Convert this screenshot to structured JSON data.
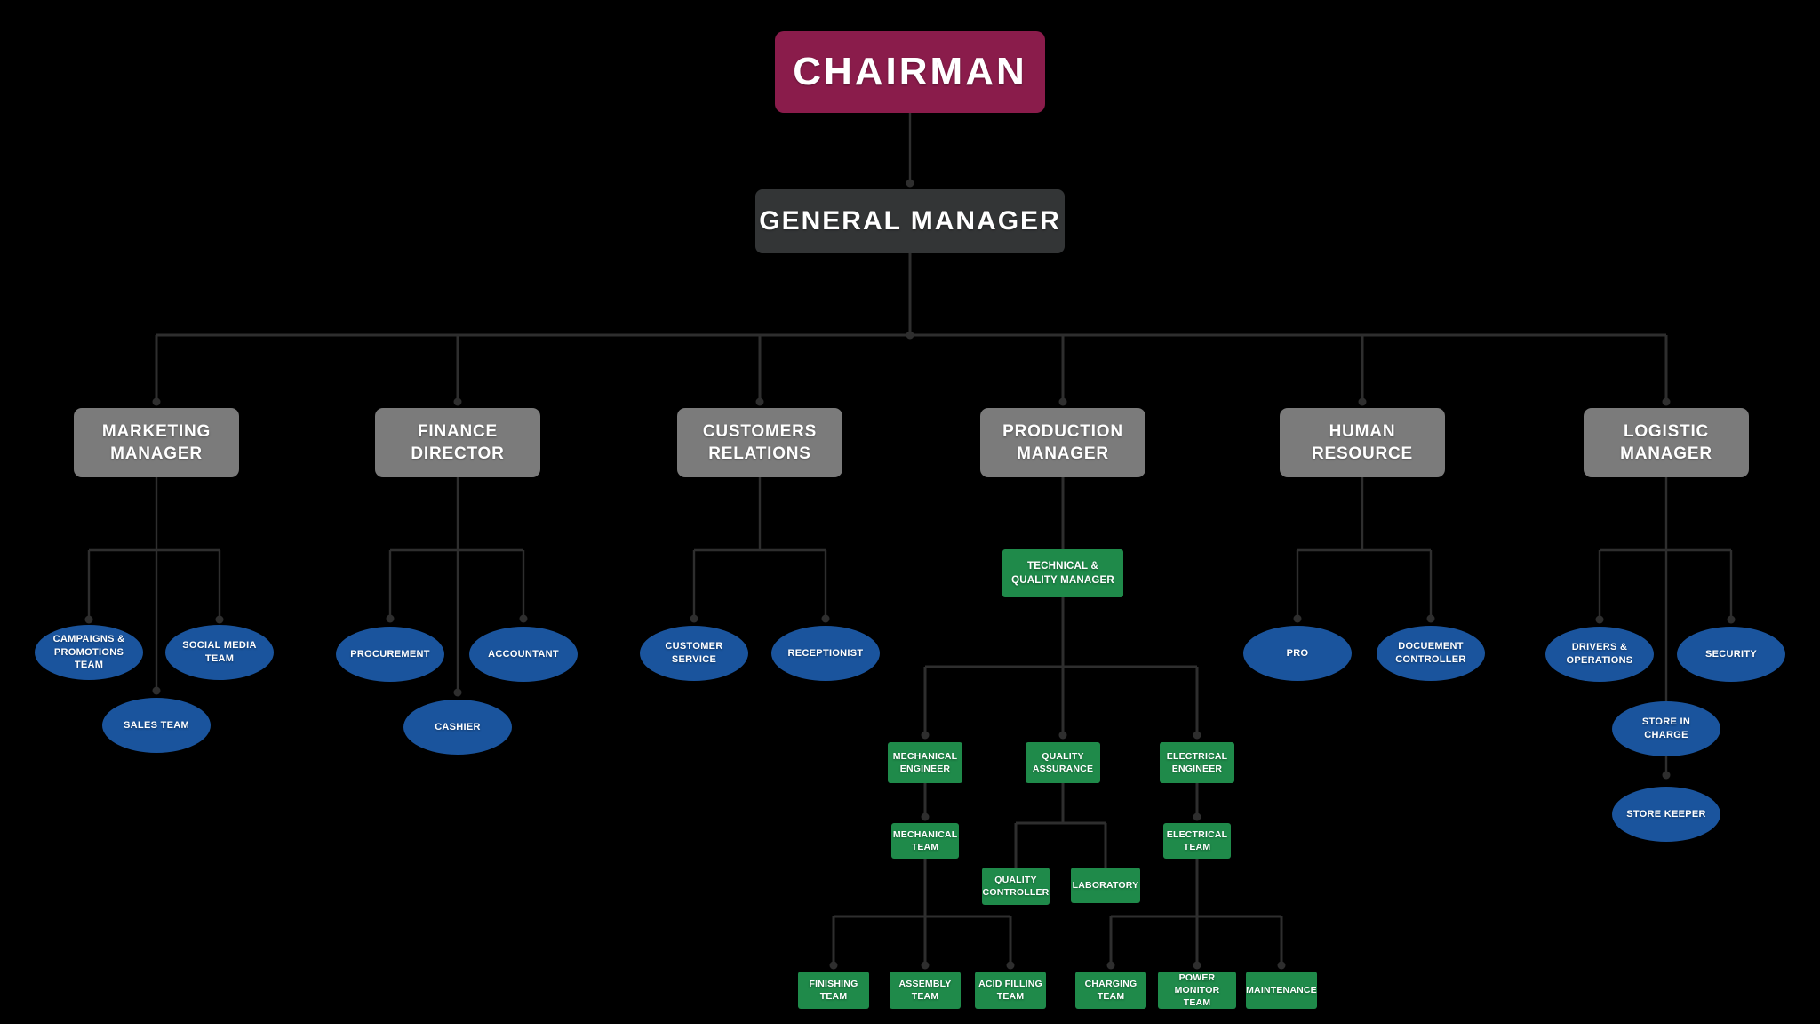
{
  "colors": {
    "background": "#000000",
    "chairman": "#8A1C4B",
    "general_manager": "#333536",
    "manager": "#7B7B7B",
    "team_ellipse": "#1A549D",
    "production_box": "#1F8A4A",
    "line": "#2E2E2E",
    "text": "#FFFFFF"
  },
  "nodes": {
    "chairman": "CHAIRMAN",
    "general_manager": "GENERAL MANAGER",
    "marketing_manager": "MARKETING MANAGER",
    "finance_director": "FINANCE DIRECTOR",
    "customers_relations": "CUSTOMERS RELATIONS",
    "production_manager": "PRODUCTION MANAGER",
    "human_resource": "HUMAN RESOURCE",
    "logistic_manager": "LOGISTIC MANAGER",
    "campaigns_promotions_team": "CAMPAIGNS & PROMOTIONS TEAM",
    "social_media_team": "SOCIAL MEDIA TEAM",
    "sales_team": "SALES TEAM",
    "procurement": "PROCUREMENT",
    "accountant": "ACCOUNTANT",
    "cashier": "CASHIER",
    "customer_service": "CUSTOMER SERVICE",
    "receptionist": "RECEPTIONIST",
    "technical_quality_manager": "TECHNICAL & QUALITY MANAGER",
    "mechanical_engineer": "MECHANICAL ENGINEER",
    "quality_assurance": "QUALITY ASSURANCE",
    "electrical_engineer": "ELECTRICAL ENGINEER",
    "mechanical_team": "MECHANICAL TEAM",
    "electrical_team": "ELECTRICAL TEAM",
    "quality_controller": "QUALITY CONTROLLER",
    "laboratory": "LABORATORY",
    "finishing_team": "FINISHING TEAM",
    "assembly_team": "ASSEMBLY TEAM",
    "acid_filling_team": "ACID FILLING TEAM",
    "charging_team": "CHARGING TEAM",
    "power_monitor_team": "POWER MONITOR TEAM",
    "maintenance": "MAINTENANCE",
    "pro": "PRO",
    "docuement_controller": "DOCUEMENT CONTROLLER",
    "drivers_operations": "DRIVERS & OPERATIONS",
    "security": "SECURITY",
    "store_in_charge": "STORE IN CHARGE",
    "store_keeper": "STORE KEEPER"
  },
  "edges": [
    [
      "chairman",
      "general_manager"
    ],
    [
      "general_manager",
      "marketing_manager"
    ],
    [
      "general_manager",
      "finance_director"
    ],
    [
      "general_manager",
      "customers_relations"
    ],
    [
      "general_manager",
      "production_manager"
    ],
    [
      "general_manager",
      "human_resource"
    ],
    [
      "general_manager",
      "logistic_manager"
    ],
    [
      "marketing_manager",
      "campaigns_promotions_team"
    ],
    [
      "marketing_manager",
      "social_media_team"
    ],
    [
      "marketing_manager",
      "sales_team"
    ],
    [
      "finance_director",
      "procurement"
    ],
    [
      "finance_director",
      "accountant"
    ],
    [
      "finance_director",
      "cashier"
    ],
    [
      "customers_relations",
      "customer_service"
    ],
    [
      "customers_relations",
      "receptionist"
    ],
    [
      "production_manager",
      "technical_quality_manager"
    ],
    [
      "technical_quality_manager",
      "mechanical_engineer"
    ],
    [
      "technical_quality_manager",
      "quality_assurance"
    ],
    [
      "technical_quality_manager",
      "electrical_engineer"
    ],
    [
      "mechanical_engineer",
      "mechanical_team"
    ],
    [
      "quality_assurance",
      "quality_controller"
    ],
    [
      "quality_assurance",
      "laboratory"
    ],
    [
      "electrical_engineer",
      "electrical_team"
    ],
    [
      "mechanical_team",
      "finishing_team"
    ],
    [
      "mechanical_team",
      "assembly_team"
    ],
    [
      "mechanical_team",
      "acid_filling_team"
    ],
    [
      "electrical_team",
      "charging_team"
    ],
    [
      "electrical_team",
      "power_monitor_team"
    ],
    [
      "electrical_team",
      "maintenance"
    ],
    [
      "human_resource",
      "pro"
    ],
    [
      "human_resource",
      "docuement_controller"
    ],
    [
      "logistic_manager",
      "drivers_operations"
    ],
    [
      "logistic_manager",
      "security"
    ],
    [
      "logistic_manager",
      "store_in_charge"
    ],
    [
      "store_in_charge",
      "store_keeper"
    ]
  ]
}
